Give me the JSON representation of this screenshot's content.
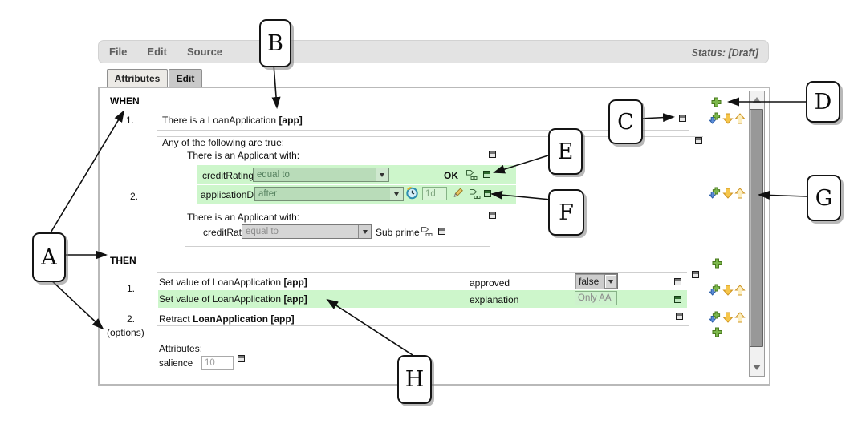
{
  "menubar": {
    "file": "File",
    "edit": "Edit",
    "source": "Source",
    "status": "Status: [Draft]"
  },
  "tabs": {
    "attributes": "Attributes",
    "edit": "Edit"
  },
  "when": {
    "keyword": "WHEN",
    "rule1": {
      "num": "1.",
      "text": "There is a LoanApplication ",
      "binding": "[app]"
    },
    "group": {
      "num": "2.",
      "header": "Any of the following are true:",
      "pattern1": {
        "header": "There is an Applicant with:",
        "cond1": {
          "field": "creditRating",
          "op": "equal to",
          "value": "OK"
        },
        "cond2": {
          "field": "applicationDate",
          "op": "after",
          "duration": "1d"
        }
      },
      "pattern2": {
        "header": "There is an Applicant with:",
        "cond1": {
          "field": "creditRating",
          "op": "equal to",
          "value": "Sub prime"
        }
      }
    }
  },
  "then": {
    "keyword": "THEN",
    "action1": {
      "num": "1.",
      "set1": {
        "text": "Set value of LoanApplication ",
        "binding": "[app]",
        "field": "approved",
        "value": "false"
      },
      "set2": {
        "text": "Set value of LoanApplication ",
        "binding": "[app]",
        "field": "explanation",
        "value": "Only AA"
      }
    },
    "action2": {
      "num": "2.",
      "text": "Retract ",
      "binding": "LoanApplication [app]"
    }
  },
  "options": {
    "label": "(options)",
    "attributes_header": "Attributes:",
    "salience_label": "salience",
    "salience_value": "10"
  },
  "annotations": {
    "a": "A",
    "b": "B",
    "c": "C",
    "d": "D",
    "e": "E",
    "f": "F",
    "g": "G",
    "h": "H"
  },
  "icons": {
    "add": "plus-icon",
    "add_below": "plus-with-blue-arrow-icon",
    "move_down": "yellow-arrow-down-icon",
    "move_up": "yellow-arrow-up-icon",
    "clock": "clock-icon",
    "edit_pencil": "pencil-icon",
    "connective": "connective-icon",
    "options_square": "options-square-icon",
    "dropdown": "dropdown-caret-icon",
    "scroll_up": "scroll-up-icon",
    "scroll_down": "scroll-down-icon"
  },
  "colors": {
    "highlight_green": "#cdf6cb",
    "plus_green": "#7cb84c",
    "arrow_yellow": "#f6c64a",
    "arrow_blue": "#5b8dd9",
    "menubar_gray": "#e3e3e3",
    "tab_active": "#c9c9c9",
    "status_text": "#5a5a5a"
  }
}
